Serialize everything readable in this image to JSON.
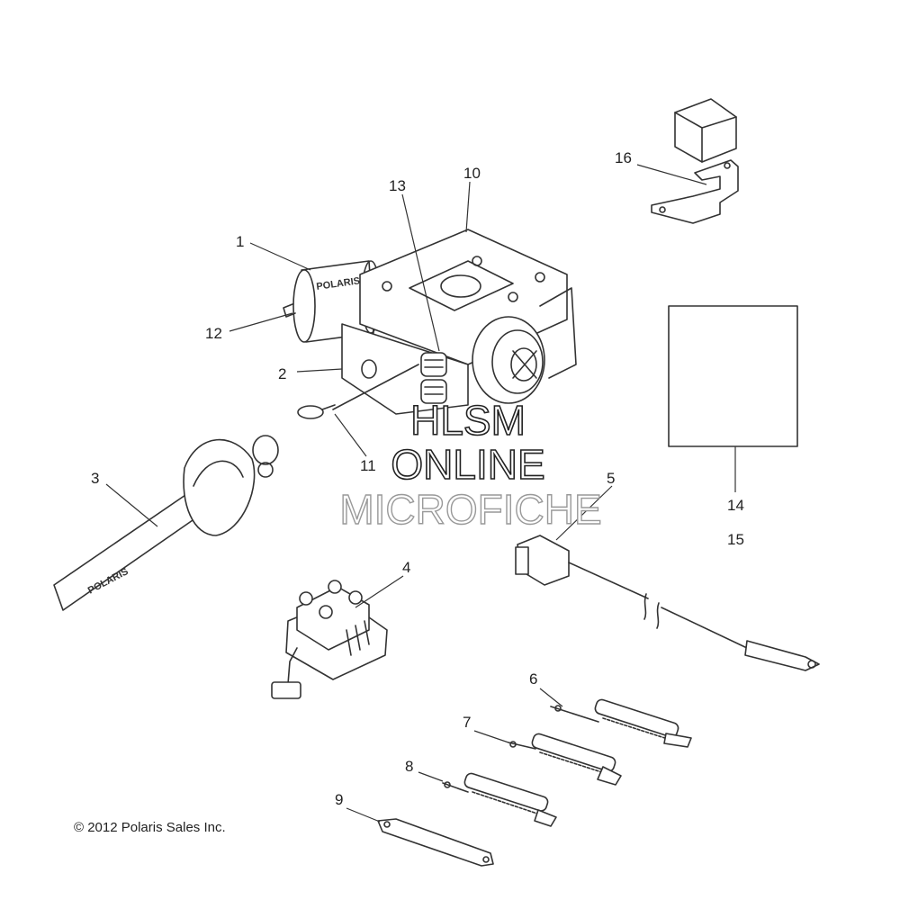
{
  "callouts": [
    "1",
    "2",
    "3",
    "4",
    "5",
    "6",
    "7",
    "8",
    "9",
    "10",
    "11",
    "12",
    "13",
    "14",
    "15",
    "16"
  ],
  "watermark": {
    "line1": "HLSM",
    "line2": "ONLINE",
    "line3": "MICROFICHE"
  },
  "copyright": "© 2012 Polaris Sales Inc.",
  "brand_label": "POLARIS",
  "colors": {
    "line": "#333333",
    "background": "#ffffff",
    "watermark_faint": "#999999"
  }
}
